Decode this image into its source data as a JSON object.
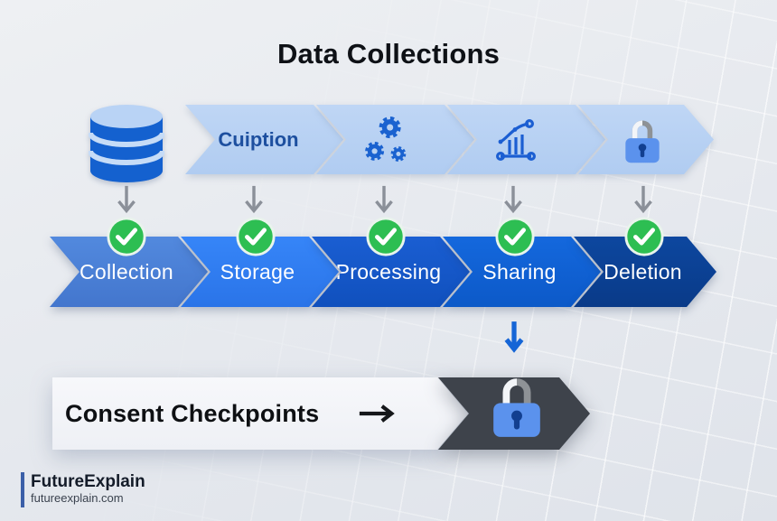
{
  "title": "Data Collections",
  "top_row": {
    "segments": [
      {
        "kind": "text",
        "label": "Cuiption"
      },
      {
        "kind": "icon",
        "icon": "gears-icon"
      },
      {
        "kind": "icon",
        "icon": "analytics-chart-icon"
      },
      {
        "kind": "icon",
        "icon": "padlock-icon"
      }
    ],
    "leading_icon": "database-icon"
  },
  "stages": [
    {
      "label": "Collection",
      "color": "#4a7fd6",
      "checked": true
    },
    {
      "label": "Storage",
      "color": "#2f7ef5",
      "checked": true
    },
    {
      "label": "Processing",
      "color": "#1557c9",
      "checked": true
    },
    {
      "label": "Sharing",
      "color": "#0f62d6",
      "checked": true
    },
    {
      "label": "Deletion",
      "color": "#0b4094",
      "checked": true
    }
  ],
  "checkpoint": {
    "label": "Consent Checkpoints",
    "arrow_icon": "right-arrow-icon",
    "lock_icon": "padlock-icon"
  },
  "footer": {
    "brand": "FutureExplain",
    "website": "futureexplain.com"
  },
  "icons": [
    "database-icon",
    "gears-icon",
    "analytics-chart-icon",
    "padlock-icon",
    "check-icon",
    "down-arrow-icon",
    "right-arrow-icon"
  ],
  "colors": {
    "background": "#e7eaef",
    "top_band": "#b7d0f2",
    "top_band_text": "#1d4f9f",
    "database_blue": "#1461cf",
    "check_green": "#2dbe52",
    "arrow_gray": "#8b9099",
    "arrow_blue": "#1565d6",
    "consent_band": "#f5f6fa",
    "dark_chevron": "#3e434b",
    "lock_body": "#5b92ed",
    "logo_bar": "#3b5fa8"
  }
}
